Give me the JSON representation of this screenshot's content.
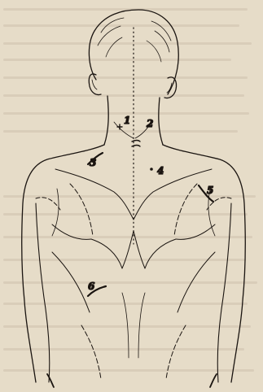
{
  "figure": {
    "labels": [
      {
        "id": "1",
        "text": "1"
      },
      {
        "id": "2",
        "text": "2"
      },
      {
        "id": "3",
        "text": "3"
      },
      {
        "id": "4",
        "text": "4"
      },
      {
        "id": "5",
        "text": "5"
      },
      {
        "id": "6",
        "text": "6"
      }
    ],
    "colors": {
      "paper": "#e6dcc8",
      "ink": "#1a1410",
      "bleed": "#b9ab95"
    }
  }
}
